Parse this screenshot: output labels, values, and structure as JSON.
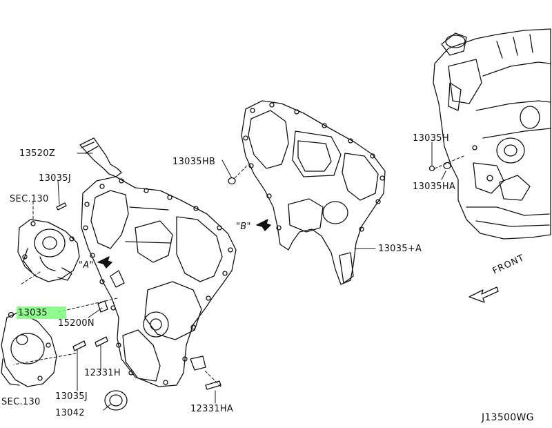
{
  "diagram": {
    "highlight_color": "#7CFC7C",
    "line_color": "#111111",
    "labels": {
      "p13520z": "13520Z",
      "p13035j_top": "13035J",
      "sec130_top": "SEC.130",
      "view_a": "\"A\"",
      "p13035_hl": "13035",
      "p15200n": "15200N",
      "p12331h": "12331H",
      "p13035j_bot": "13035J",
      "sec130_bot": "SEC.130",
      "p13042": "13042",
      "p12331ha": "12331HA",
      "p13035hb": "13035HB",
      "view_b": "\"B\"",
      "p13035a": "13035+A",
      "p13035h": "13035H",
      "p13035ha": "13035HA",
      "front": "FRONT",
      "diagram_id": "J13500WG"
    }
  }
}
